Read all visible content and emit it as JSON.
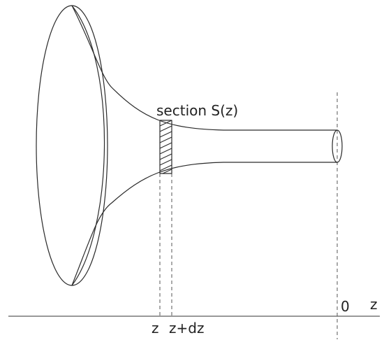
{
  "labels": {
    "section": "section S(z)",
    "z_start": "z",
    "z_end": "z+dz",
    "origin": "0",
    "axis_name": "z"
  }
}
